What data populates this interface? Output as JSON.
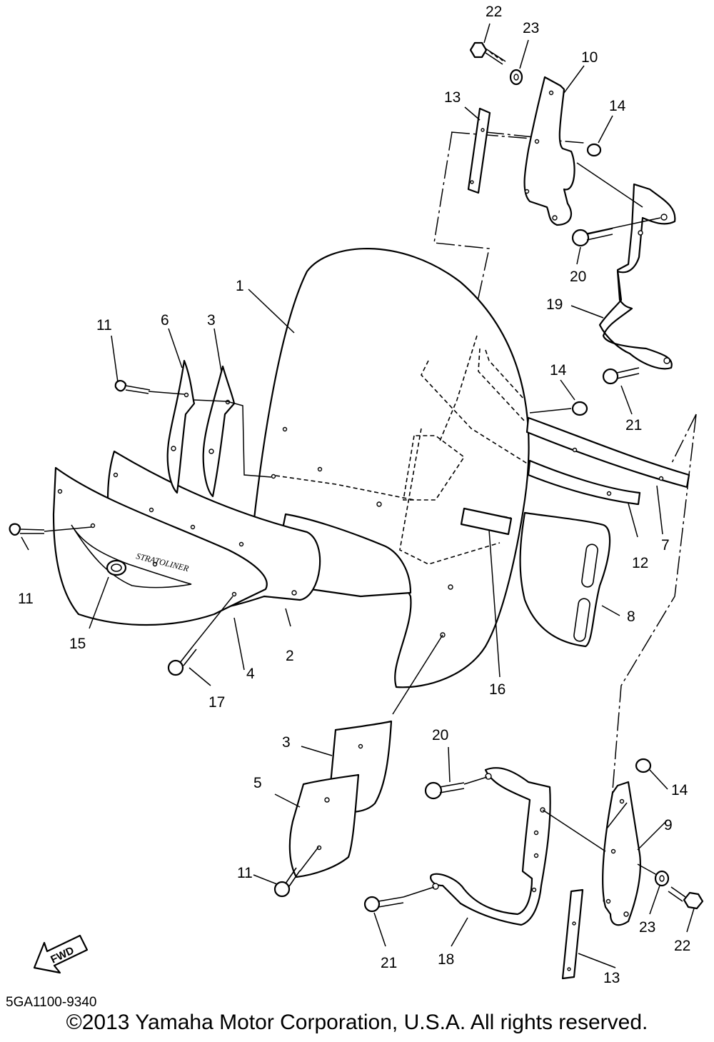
{
  "callouts": [
    "1",
    "2",
    "3",
    "3",
    "4",
    "5",
    "6",
    "7",
    "8",
    "9",
    "10",
    "11",
    "11",
    "11",
    "12",
    "13",
    "13",
    "14",
    "14",
    "14",
    "15",
    "16",
    "17",
    "18",
    "19",
    "20",
    "20",
    "21",
    "21",
    "22",
    "22",
    "23",
    "23"
  ],
  "fwd_label": "FWD",
  "emblem_text": "STRATOLINER",
  "diagram_code": "5GA1100-9340",
  "copyright": "©2013 Yamaha Motor Corporation, U.S.A. All rights reserved."
}
